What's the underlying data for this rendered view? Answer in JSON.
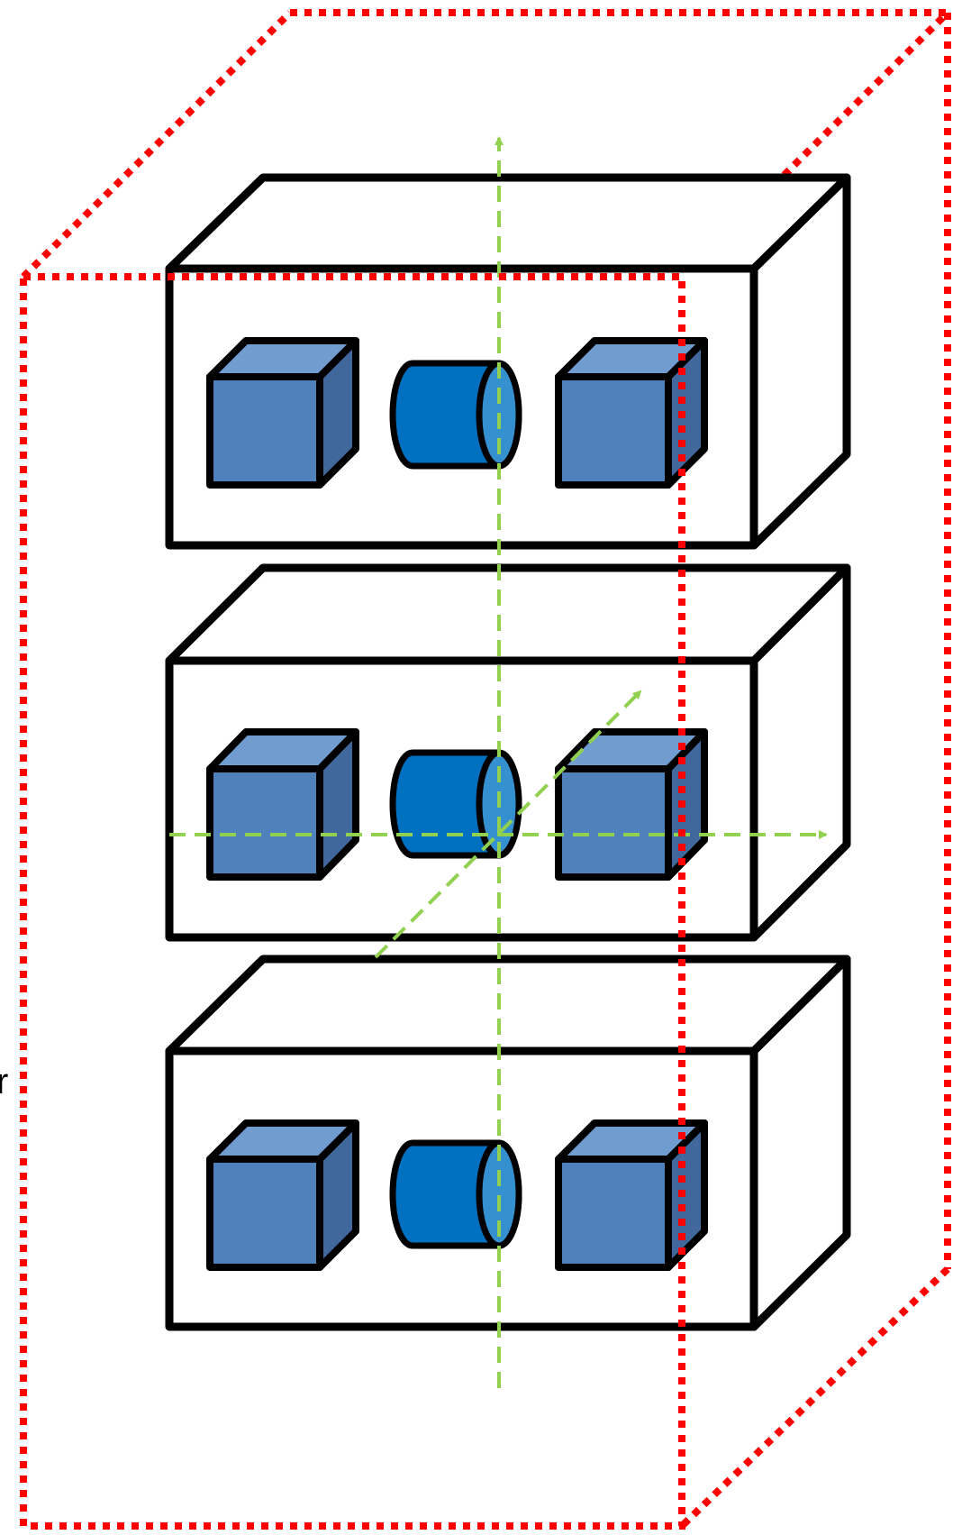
{
  "diagram": {
    "fragment_label": "r",
    "colors": {
      "bounding_box": "#ff0000",
      "axes": "#92d050",
      "cube_front": "#4f81bd",
      "cube_top": "#719ccf",
      "cube_side": "#41689c",
      "cylinder_body": "#0070c0",
      "cylinder_cap": "#3590d0",
      "outline": "#000000"
    },
    "modules": [
      {
        "name": "top-module",
        "contents": [
          "cube",
          "cylinder",
          "cube"
        ]
      },
      {
        "name": "middle-module",
        "contents": [
          "cube",
          "cylinder",
          "cube"
        ]
      },
      {
        "name": "bottom-module",
        "contents": [
          "cube",
          "cylinder",
          "cube"
        ]
      }
    ],
    "axes": [
      "vertical-axis",
      "horizontal-axis",
      "depth-axis"
    ]
  }
}
